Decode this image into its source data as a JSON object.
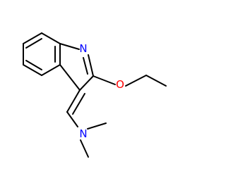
{
  "atoms": {
    "n_ring": {
      "symbol": "N"
    },
    "o_ether": {
      "symbol": "O"
    },
    "n_amine": {
      "symbol": "N"
    }
  },
  "colors": {
    "bond": "#000000",
    "nitrogen": "#0000ff",
    "oxygen": "#ff0000",
    "background": "#ffffff"
  }
}
